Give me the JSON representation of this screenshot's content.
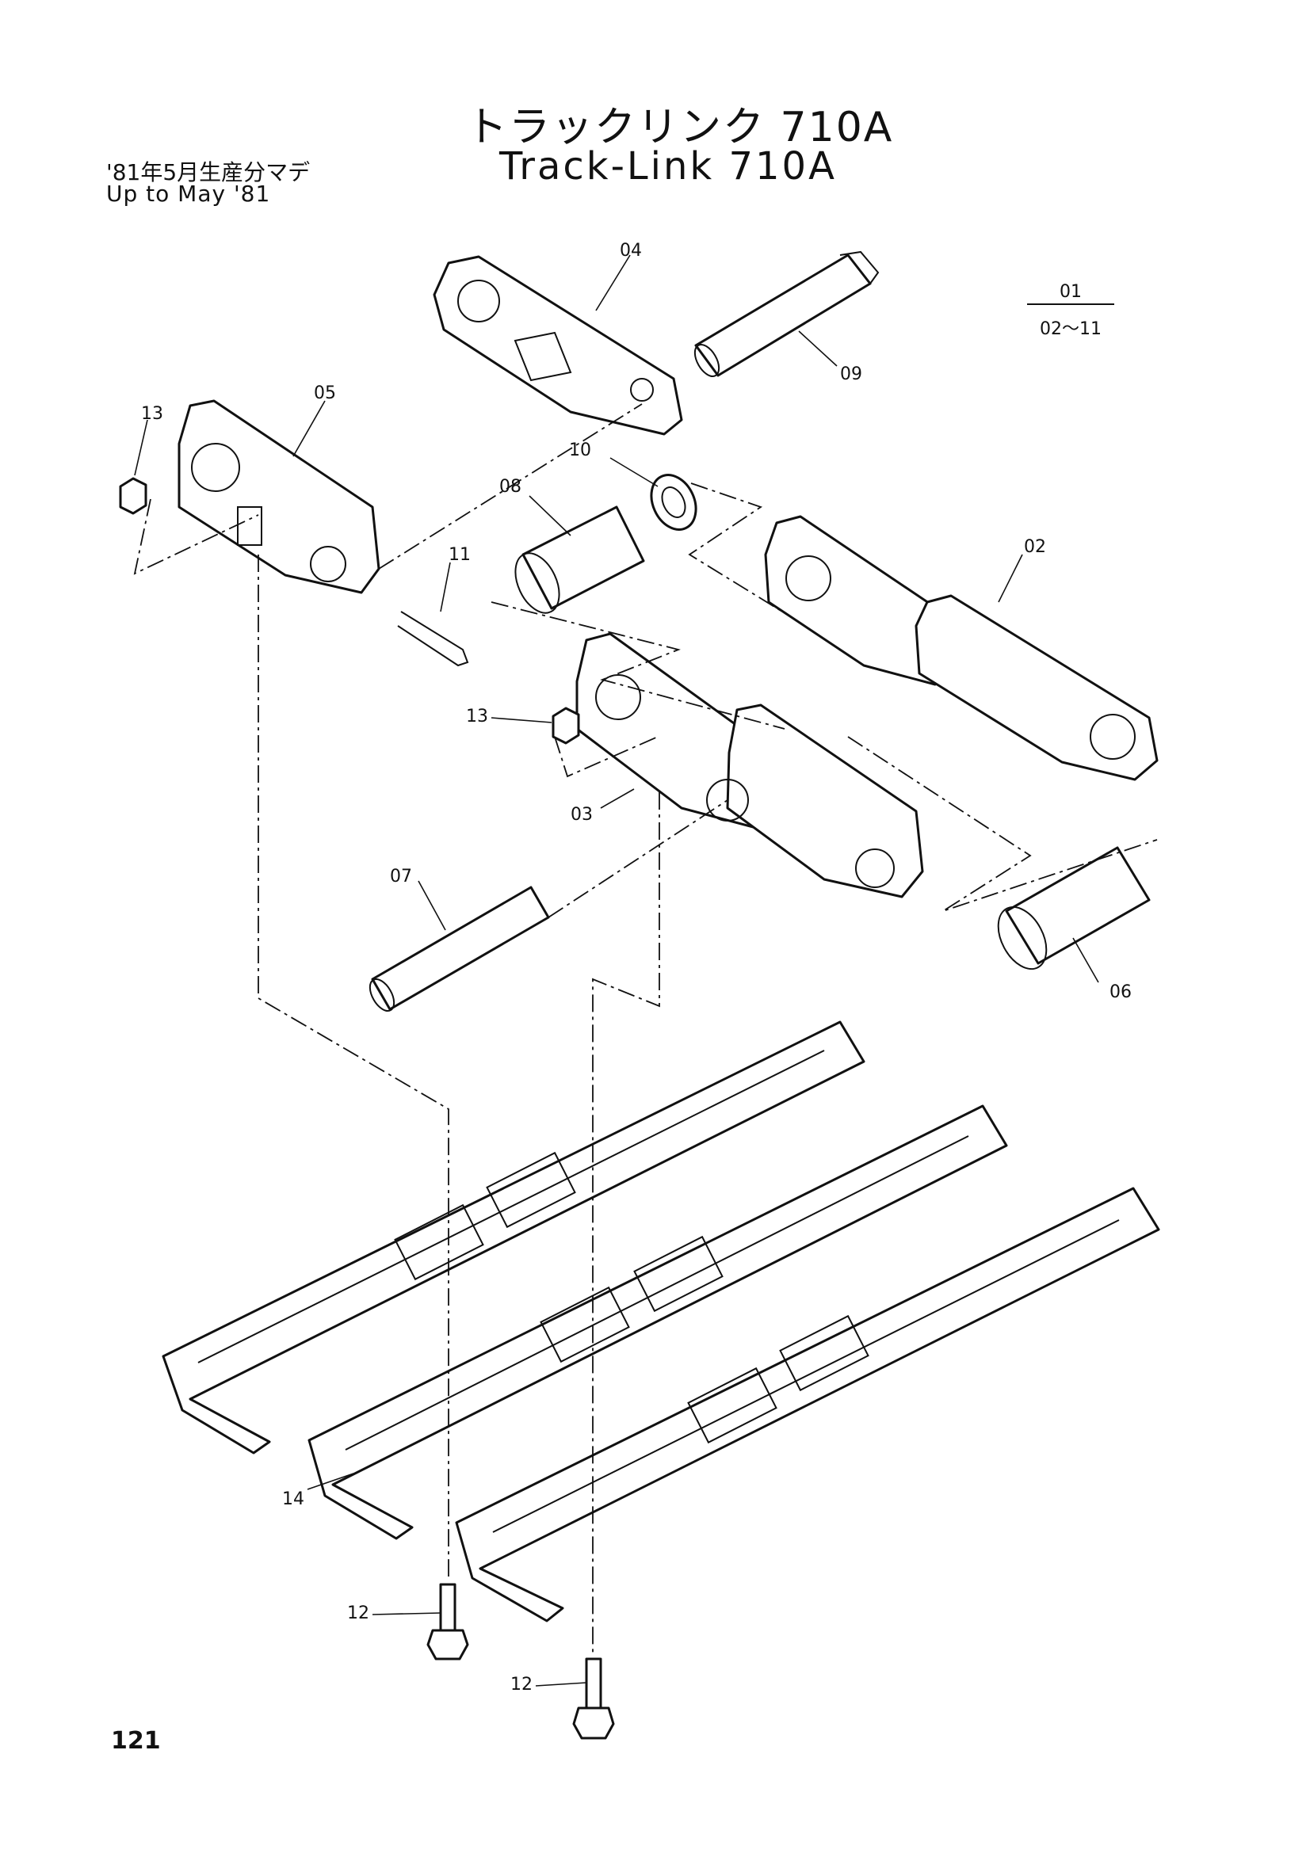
{
  "header": {
    "title_ja": "トラックリンク 710A",
    "title_en": "Track-Link 710A",
    "period_ja": "'81年5月生産分マデ",
    "period_en": "Up to May '81"
  },
  "legend": {
    "top": "01",
    "bottom": "02～11"
  },
  "callouts": [
    "04",
    "09",
    "05",
    "13",
    "10",
    "08",
    "02",
    "11",
    "13",
    "03",
    "07",
    "06",
    "14",
    "12",
    "12"
  ],
  "footer": {
    "page_number": "121"
  }
}
